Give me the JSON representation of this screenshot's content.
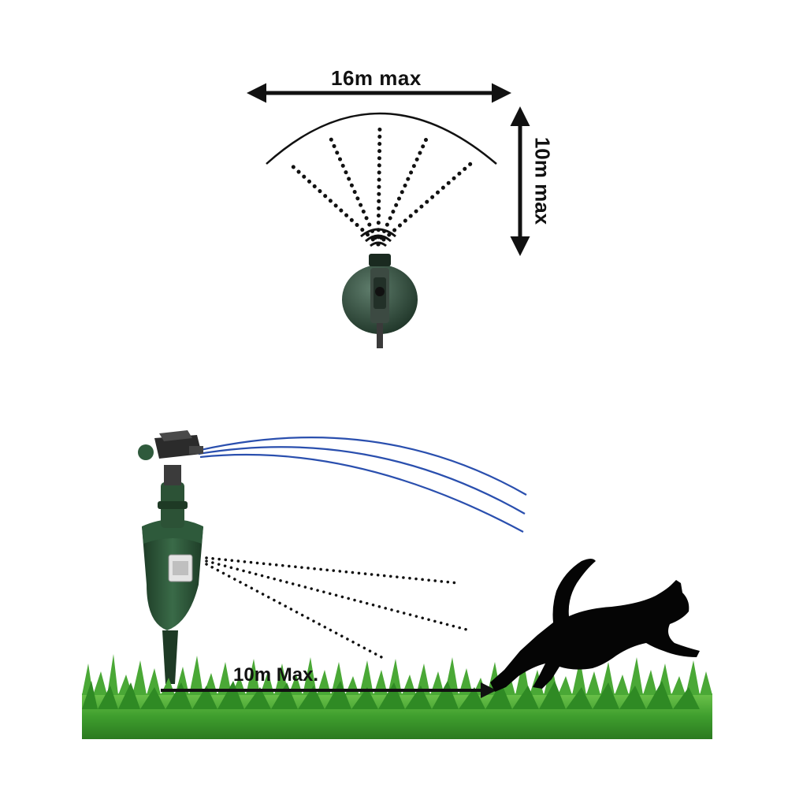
{
  "top_view": {
    "width_label": "16m max",
    "depth_label": "10m max"
  },
  "side_view": {
    "range_label": "10m Max."
  },
  "colors": {
    "device_green": "#2f5a3c",
    "device_dark": "#1f3d28",
    "water_blue": "#2a4fae",
    "grass_green": "#3f9e2e",
    "silhouette": "#050505"
  }
}
